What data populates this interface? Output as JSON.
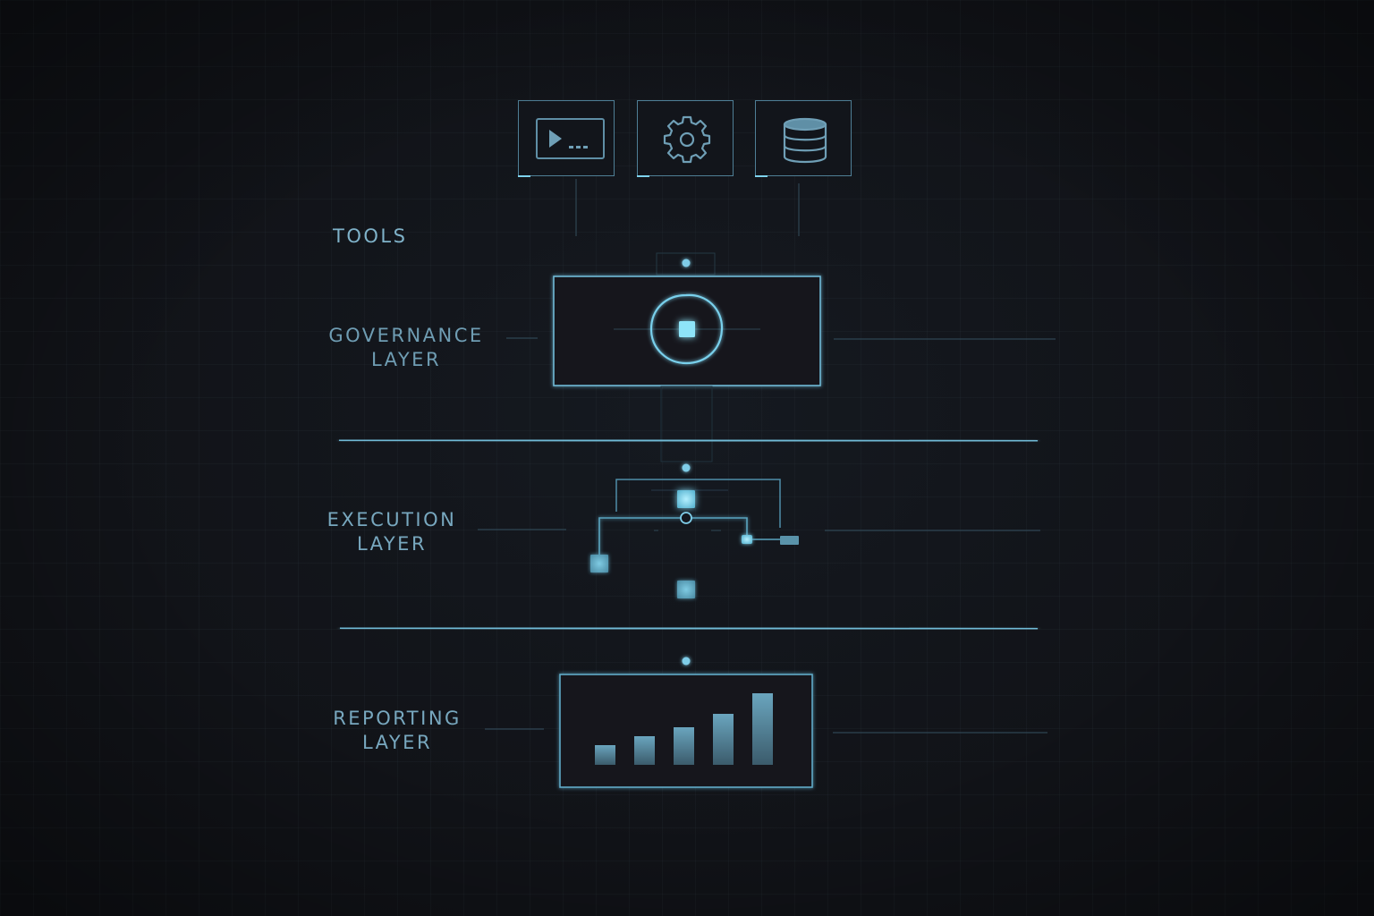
{
  "diagram": {
    "colors": {
      "background": "#111318",
      "accent": "#7fcbe6",
      "accent_bright": "#8ee4f8",
      "line_dim": "#3b5563",
      "label": "#6f9db3",
      "bar": "#5a8ea6"
    },
    "tools": {
      "label": "TOOLS",
      "items": [
        {
          "name": "terminal",
          "icon": "terminal-icon"
        },
        {
          "name": "settings",
          "icon": "gear-icon"
        },
        {
          "name": "database",
          "icon": "database-icon"
        }
      ]
    },
    "layers": [
      {
        "id": "governance",
        "line1": "GOVERNANCE",
        "line2": "LAYER",
        "icon": "shield-node-icon"
      },
      {
        "id": "execution",
        "line1": "EXECUTION",
        "line2": "LAYER",
        "icon": "node-tree-icon"
      },
      {
        "id": "reporting",
        "line1": "REPORTING",
        "line2": "LAYER",
        "icon": "bar-chart-icon"
      }
    ],
    "reporting_chart": {
      "type": "bar",
      "values": [
        22,
        32,
        43,
        58,
        80
      ],
      "note": "unlabeled ascending bar icon"
    }
  }
}
